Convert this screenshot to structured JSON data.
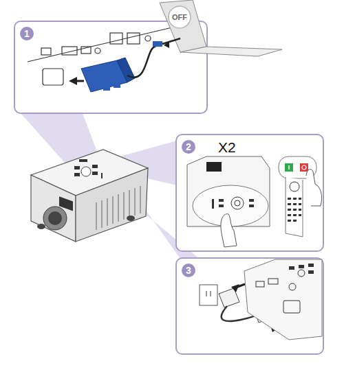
{
  "diagram": {
    "nodes": [
      {
        "text": [
          "1"
        ]
      },
      {
        "text": [
          "OFF"
        ],
        "in": 0
      },
      {
        "text": [
          "2",
          "X2"
        ]
      },
      {
        "text": [
          "3"
        ]
      }
    ]
  }
}
